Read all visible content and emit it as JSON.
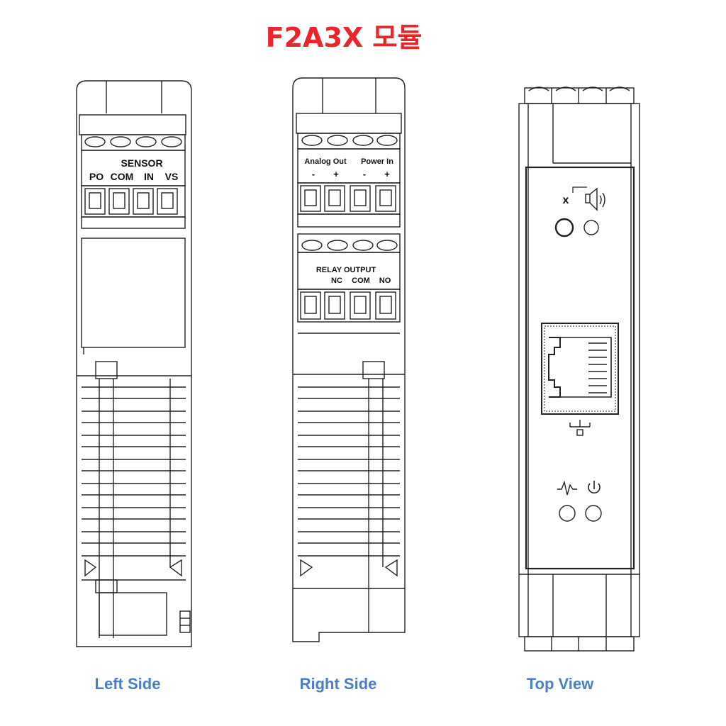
{
  "title": "F2A3X 모듈",
  "views": {
    "left": {
      "caption": "Left Side",
      "header": "SENSOR",
      "terminals": [
        "PO",
        "COM",
        "IN",
        "VS"
      ]
    },
    "right": {
      "caption": "Right Side",
      "group1_left": "Analog Out",
      "group1_right": "Power In",
      "signs": [
        "-",
        "+",
        "-",
        "+"
      ],
      "relay_header": "RELAY OUTPUT",
      "relay_terminals": [
        "NC",
        "COM",
        "NO"
      ]
    },
    "top": {
      "caption": "Top View",
      "mute_mark": "x"
    }
  },
  "colors": {
    "title": "#e8262b",
    "caption": "#4a7fc1",
    "line": "#222222"
  }
}
